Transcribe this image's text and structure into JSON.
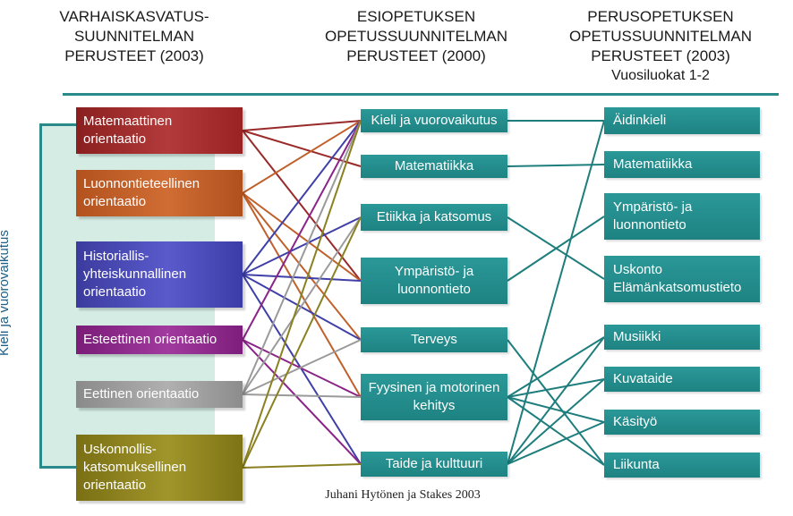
{
  "headers": {
    "col1": [
      "VARHAISKASVATUS-",
      "SUUNNITELMAN",
      "PERUSTEET (2003)"
    ],
    "col2": [
      "ESIOPETUKSEN",
      "OPETUSSUUNNITELMAN",
      "PERUSTEET (2000)"
    ],
    "col3": [
      "PERUSOPETUKSEN",
      "OPETUSSUUNNITELMAN",
      "PERUSTEET (2003)"
    ],
    "col3_sub": "Vuosiluokat 1-2"
  },
  "panel_label": "Kieli ja vuorovaikutus",
  "left": [
    {
      "label": "Matemaattinen orientaatio",
      "color": "#9a2a2a"
    },
    {
      "label": "Luonnontieteellinen orientaatio",
      "color": "#c0602a"
    },
    {
      "label": "Historiallis-yhteiskunnallinen orientaatio",
      "color": "#3f3fa8"
    },
    {
      "label": "Esteettinen orientaatio",
      "color": "#8a2488"
    },
    {
      "label": "Eettinen orientaatio",
      "color": "#9a9a9a"
    },
    {
      "label": "Uskonnollis-katsomuksellinen orientaatio",
      "color": "#8a8020"
    }
  ],
  "middle": [
    {
      "label": "Kieli ja vuorovaikutus"
    },
    {
      "label": "Matematiikka"
    },
    {
      "label": "Etiikka ja katsomus"
    },
    {
      "label": "Ympäristö- ja luonnontieto"
    },
    {
      "label": "Terveys"
    },
    {
      "label": "Fyysinen ja motorinen kehitys"
    },
    {
      "label": "Taide ja kulttuuri"
    }
  ],
  "right": [
    {
      "label": "Äidinkieli"
    },
    {
      "label": "Matematiikka"
    },
    {
      "label": "Ympäristö- ja luonnontieto"
    },
    {
      "label": "Uskonto Elämänkatsomustieto"
    },
    {
      "label": "Musiikki"
    },
    {
      "label": "Kuvataide"
    },
    {
      "label": "Käsityö"
    },
    {
      "label": "Liikunta"
    }
  ],
  "links_left_middle": [
    [
      0,
      0
    ],
    [
      0,
      1
    ],
    [
      0,
      3
    ],
    [
      1,
      0
    ],
    [
      1,
      3
    ],
    [
      1,
      4
    ],
    [
      1,
      5
    ],
    [
      2,
      0
    ],
    [
      2,
      2
    ],
    [
      2,
      3
    ],
    [
      2,
      4
    ],
    [
      2,
      6
    ],
    [
      3,
      0
    ],
    [
      3,
      5
    ],
    [
      3,
      6
    ],
    [
      4,
      0
    ],
    [
      4,
      2
    ],
    [
      4,
      4
    ],
    [
      4,
      5
    ],
    [
      5,
      0
    ],
    [
      5,
      2
    ],
    [
      5,
      6
    ]
  ],
  "links_middle_right": [
    [
      0,
      0
    ],
    [
      1,
      1
    ],
    [
      2,
      3
    ],
    [
      3,
      2
    ],
    [
      4,
      7
    ],
    [
      5,
      4
    ],
    [
      5,
      5
    ],
    [
      5,
      6
    ],
    [
      5,
      7
    ],
    [
      6,
      0
    ],
    [
      6,
      4
    ],
    [
      6,
      5
    ],
    [
      6,
      6
    ]
  ],
  "link_color_right": "#1e7d7d",
  "credit": "Juhani Hytönen ja Stakes 2003"
}
